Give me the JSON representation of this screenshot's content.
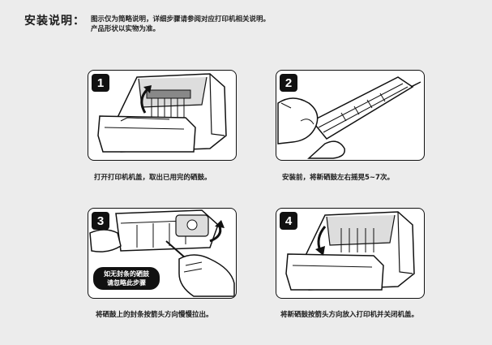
{
  "header": {
    "title": "安装说明：",
    "note_line1": "图示仅为简略说明，详细步骤请参阅对应打印机相关说明。",
    "note_line2": "产品形状以实物为准。"
  },
  "steps": [
    {
      "number": "1",
      "caption": "打开打印机机盖，取出已用完的硒鼓。"
    },
    {
      "number": "2",
      "caption": "安装前，将新硒鼓左右摇晃5~7次。"
    },
    {
      "number": "3",
      "caption": "将硒鼓上的封条按箭头方向慢慢拉出。",
      "callout_line1": "如无封条的硒鼓",
      "callout_line2": "请忽略此步骤"
    },
    {
      "number": "4",
      "caption": "将新硒鼓按箭头方向放入打印机并关闭机盖。"
    }
  ]
}
